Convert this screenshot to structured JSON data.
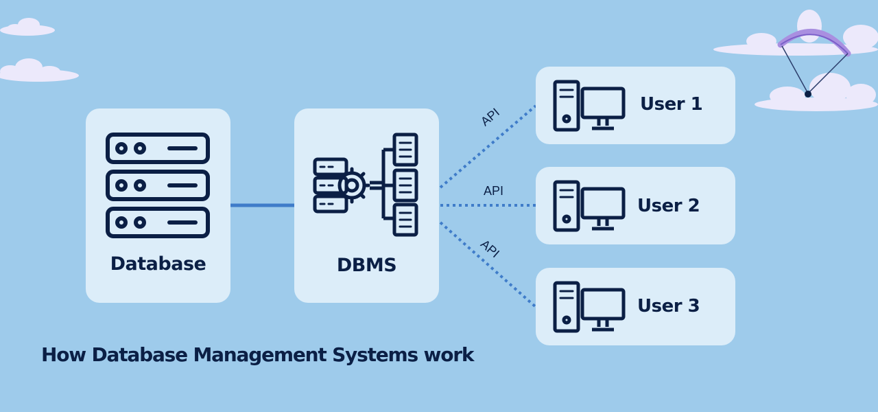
{
  "nodes": {
    "database": {
      "label": "Database"
    },
    "dbms": {
      "label": "DBMS"
    },
    "users": [
      {
        "label": "User 1"
      },
      {
        "label": "User 2"
      },
      {
        "label": "User 3"
      }
    ]
  },
  "connections": {
    "api_labels": [
      "API",
      "API",
      "API"
    ]
  },
  "caption": "How Database Management Systems work",
  "colors": {
    "background": "#9ecbeb",
    "card": "#dcedf9",
    "ink": "#0b1f45",
    "connector": "#3f7cc9",
    "parachute": "#a98fe0"
  },
  "icons": {
    "database": "server-rack-icon",
    "dbms": "gear-documents-icon",
    "user": "desktop-computer-icon",
    "decoration": "parachute-icon"
  }
}
